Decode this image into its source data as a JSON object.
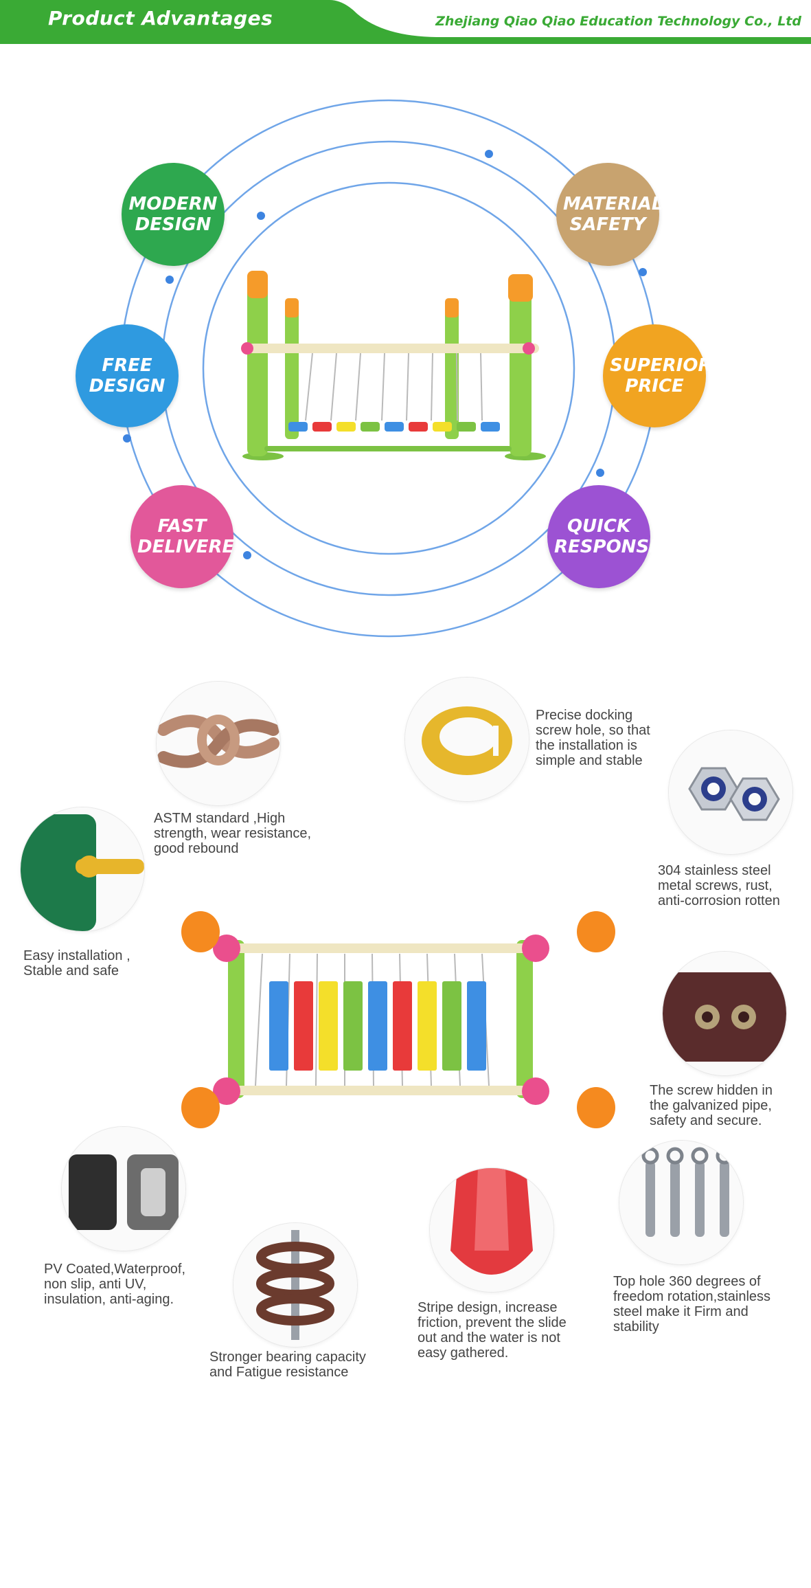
{
  "header": {
    "title": "Product Advantages",
    "company": "Zhejiang Qiao Qiao Education Technology Co., Ltd",
    "colors": {
      "green": "#3aaa35",
      "accent": "#2e9a2b"
    }
  },
  "advantages": [
    {
      "label": "MODERN\nDESIGN",
      "color": "#2ea84f"
    },
    {
      "label": "MATERIAL\nSAFETY",
      "color": "#c8a36f"
    },
    {
      "label": "FREE\nDESIGN",
      "color": "#2f9ae0"
    },
    {
      "label": "SUPERIOR\nPRICE",
      "color": "#f1a421"
    },
    {
      "label": "FAST\nDELIVERE",
      "color": "#e2589a"
    },
    {
      "label": "QUICK\nRESPONSE",
      "color": "#9c52d3"
    }
  ],
  "features": [
    {
      "caption": "ASTM standard ,High\nstrength, wear resistance,\ngood rebound",
      "icon": "rope-knot-icon"
    },
    {
      "caption": "Precise docking\nscrew hole, so that\nthe installation is\nsimple and stable",
      "icon": "pipe-clamp-icon"
    },
    {
      "caption": "304 stainless steel\nmetal screws, rust,\nanti-corrosion rotten",
      "icon": "lock-nut-icon"
    },
    {
      "caption": "Easy installation ,\nStable and safe",
      "icon": "panel-bracket-icon"
    },
    {
      "caption": "The screw hidden in\nthe galvanized pipe,\nsafety and secure.",
      "icon": "hidden-screw-icon"
    },
    {
      "caption": "PV Coated,Waterproof,\nnon slip, anti UV,\ninsulation, anti-aging.",
      "icon": "coated-chain-icon"
    },
    {
      "caption": "Stronger bearing capacity\nand Fatigue resistance",
      "icon": "spring-icon"
    },
    {
      "caption": "Stripe design, increase\nfriction, prevent the slide\nout and the water is not\neasy gathered.",
      "icon": "slide-surface-icon"
    },
    {
      "caption": "Top hole 360 degrees of\nfreedom rotation,stainless\nsteel make it Firm and\nstability",
      "icon": "swivel-hook-icon"
    }
  ]
}
